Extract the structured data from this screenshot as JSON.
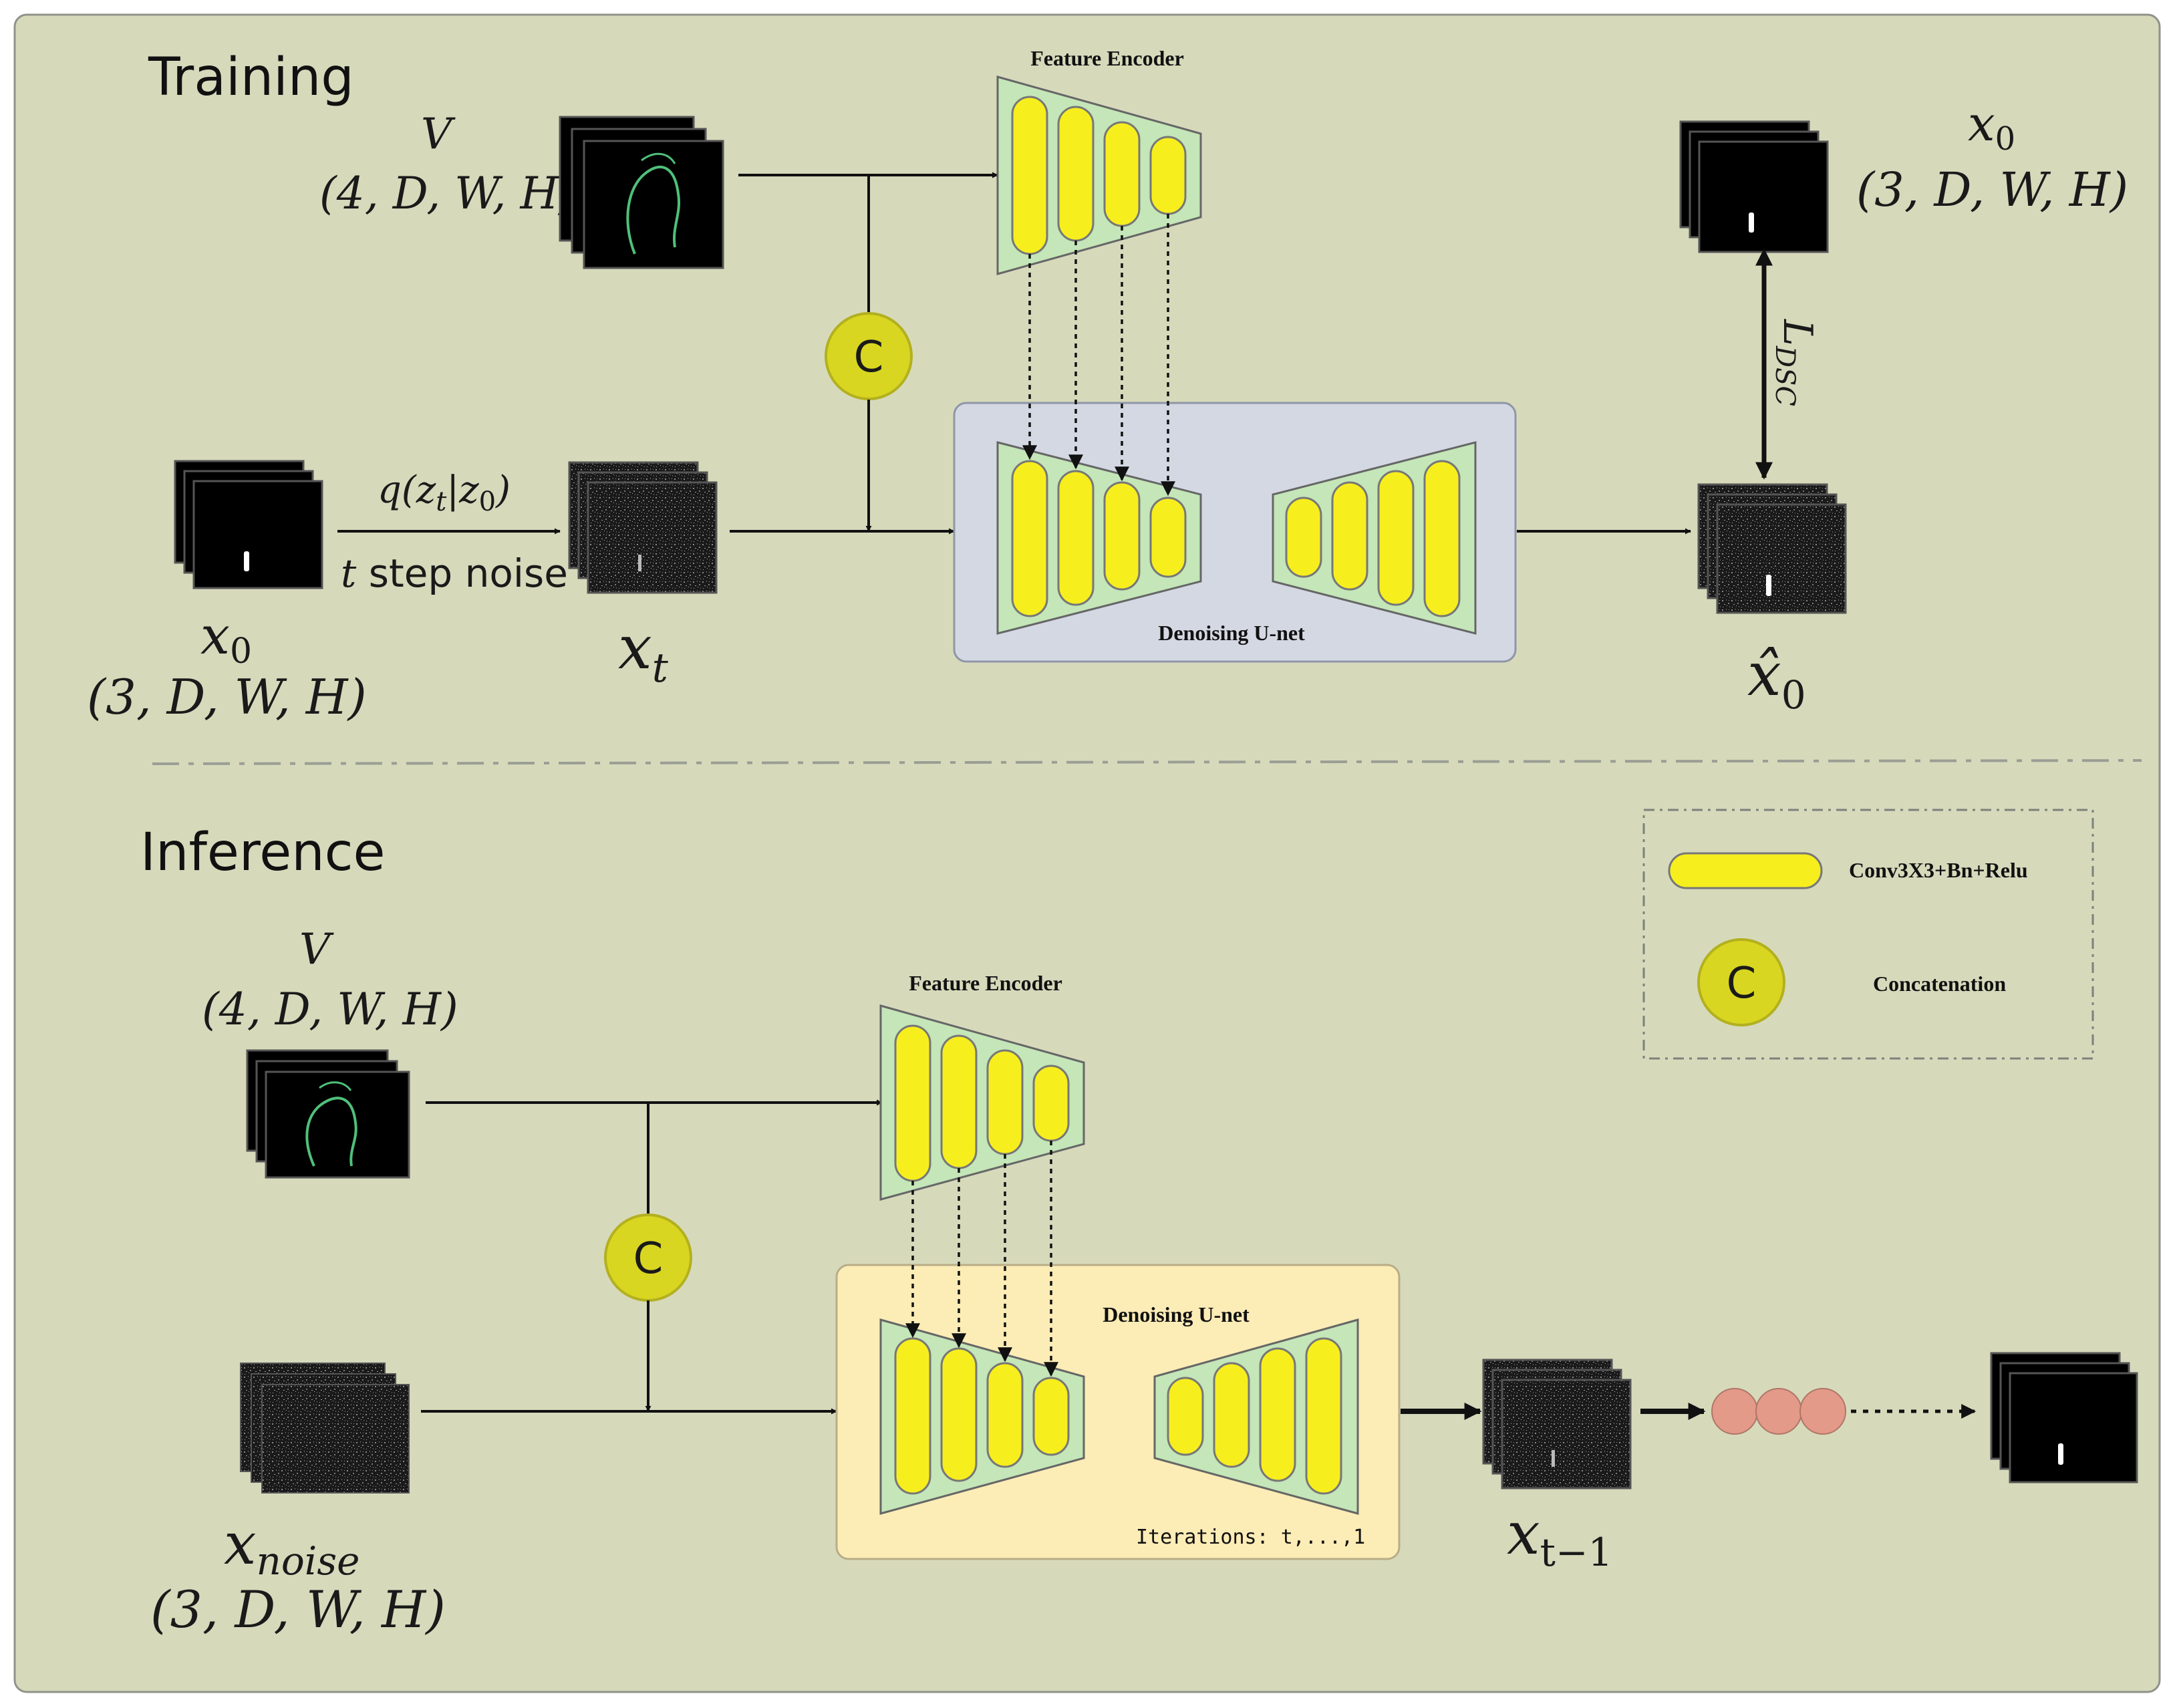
{
  "colors": {
    "panel_bg": "#d6dabb",
    "panel_border": "#8f938a",
    "yellow": "#f7ee1e",
    "trapezoid_fill": "#c4e6b8",
    "unet_box_training": "#d3d8e3",
    "unet_box_inference": "#fcecb6",
    "concat_fill": "#d9d621",
    "dots_fill": "#e39a88",
    "ink": "#111111"
  },
  "training": {
    "title": "Training",
    "v_label": "V",
    "v_shape": "(4, D, W, H)",
    "x0_label": "x",
    "x0_sub": "0",
    "x0_shape": "(3, D, W, H)",
    "q_label": "q(z",
    "q_sub_t": "t",
    "q_mid": "|z",
    "q_sub_0": "0",
    "q_close": ")",
    "noise_t": "t",
    "noise_text": " step noise",
    "xt_label": "x",
    "xt_sub": "t",
    "feature_encoder": "Feature Encoder",
    "denoising_unet": "Denoising U-net",
    "concat_symbol": "C",
    "target_label": "x",
    "target_sub": "0",
    "target_shape": "(3, D, W, H)",
    "loss_label": "L",
    "loss_sub": "DSC",
    "xhat_label": "x̂",
    "xhat_sub": "0"
  },
  "inference": {
    "title": "Inference",
    "v_label": "V",
    "v_shape": "(4, D, W, H)",
    "feature_encoder": "Feature Encoder",
    "denoising_unet": "Denoising U-net",
    "concat_symbol": "C",
    "iterations": "Iterations: t,...,1",
    "xnoise_label": "x",
    "xnoise_sub": "noise",
    "xnoise_shape": "(3, D, W, H)",
    "xt1_label": "x",
    "xt1_sub": "t−1"
  },
  "legend": {
    "conv_label": "Conv3X3+Bn+Relu",
    "concat_symbol": "C",
    "concat_label": "Concatenation"
  }
}
